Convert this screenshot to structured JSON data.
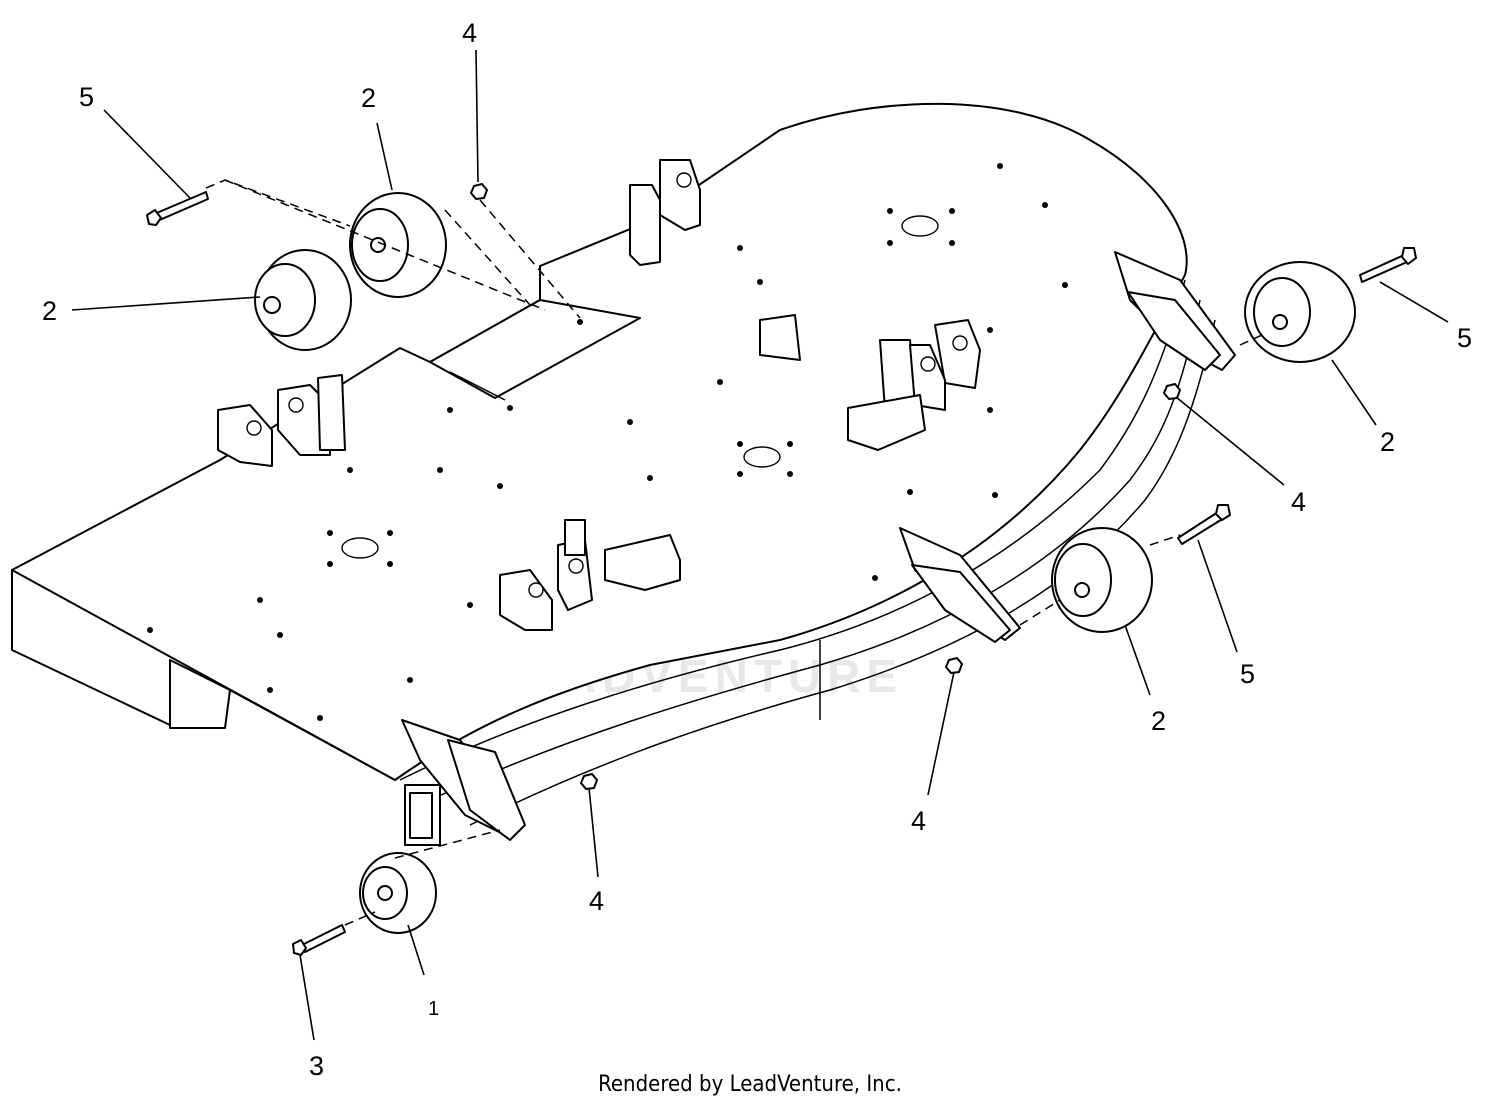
{
  "credit": "Rendered by LeadVenture, Inc.",
  "watermark": "LEADVENTURE",
  "callouts": [
    {
      "id": "c1",
      "label": "1"
    },
    {
      "id": "c2a",
      "label": "2"
    },
    {
      "id": "c2b",
      "label": "2"
    },
    {
      "id": "c2c",
      "label": "2"
    },
    {
      "id": "c2d",
      "label": "2"
    },
    {
      "id": "c3",
      "label": "3"
    },
    {
      "id": "c4a",
      "label": "4"
    },
    {
      "id": "c4b",
      "label": "4"
    },
    {
      "id": "c4c",
      "label": "4"
    },
    {
      "id": "c4d",
      "label": "4"
    },
    {
      "id": "c5a",
      "label": "5"
    },
    {
      "id": "c5b",
      "label": "5"
    },
    {
      "id": "c5c",
      "label": "5"
    }
  ]
}
